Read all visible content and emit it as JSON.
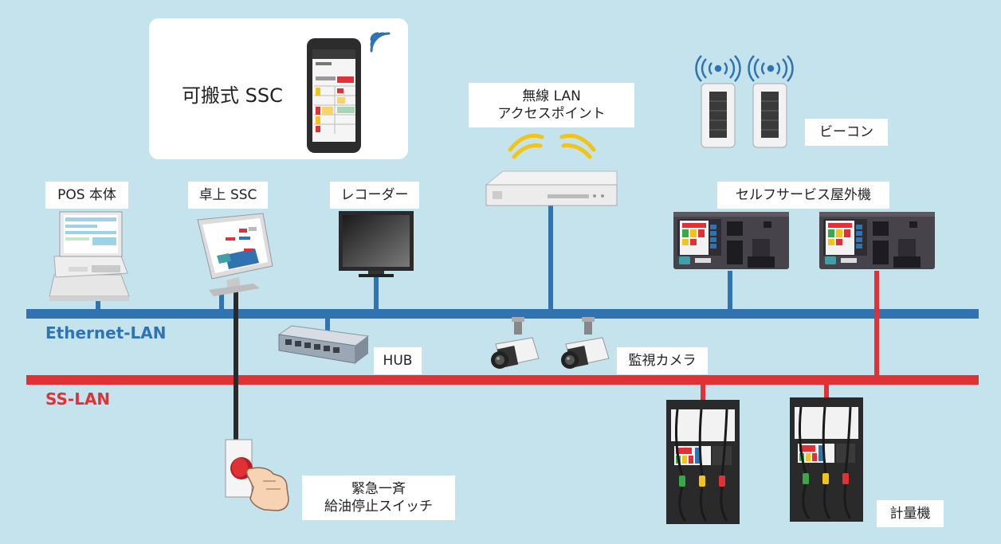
{
  "devices": {
    "portable_ssc": "可搬式 SSC",
    "wireless_lan_line1": "無線 LAN",
    "wireless_lan_line2": "アクセスポイント",
    "beacon": "ビーコン",
    "pos": "POS 本体",
    "desktop_ssc": "卓上 SSC",
    "recorder": "レコーダー",
    "self_service_outdoor": "セルフサービス屋外機",
    "hub": "HUB",
    "camera": "監視カメラ",
    "emergency_line1": "緊急一斉",
    "emergency_line2": "給油停止スイッチ",
    "dispenser": "計量機"
  },
  "networks": {
    "ethernet": "Ethernet-LAN",
    "ss_lan": "SS-LAN"
  },
  "colors": {
    "background": "#c5e3ec",
    "ethernet": "#2f74b0",
    "ss_lan": "#e03236"
  }
}
